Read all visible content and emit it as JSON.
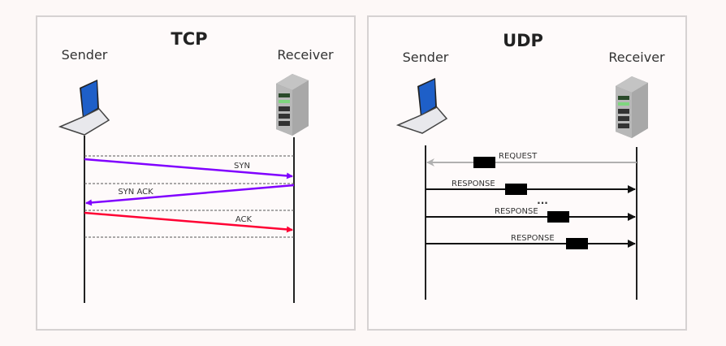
{
  "tcp": {
    "title": "TCP",
    "sender_label": "Sender",
    "receiver_label": "Receiver",
    "messages": [
      {
        "label": "SYN",
        "direction": "sender-to-receiver",
        "color": "#8000ff"
      },
      {
        "label": "SYN ACK",
        "direction": "receiver-to-sender",
        "color": "#8000ff"
      },
      {
        "label": "ACK",
        "direction": "sender-to-receiver",
        "color": "#ff0033"
      }
    ]
  },
  "udp": {
    "title": "UDP",
    "sender_label": "Sender",
    "receiver_label": "Receiver",
    "messages": [
      {
        "label": "REQUEST",
        "direction": "receiver-to-sender",
        "color": "#b0b0b0"
      },
      {
        "label": "RESPONSE",
        "direction": "sender-to-receiver",
        "color": "#111111"
      },
      {
        "label": "RESPONSE",
        "direction": "sender-to-receiver",
        "color": "#111111"
      },
      {
        "label": "RESPONSE",
        "direction": "sender-to-receiver",
        "color": "#111111"
      }
    ],
    "ellipsis": "..."
  },
  "colors": {
    "laptop_screen": "#1e5fc8",
    "server_body": "#9a9a9a",
    "server_led": "#7fd67f",
    "packet": "#000000"
  }
}
